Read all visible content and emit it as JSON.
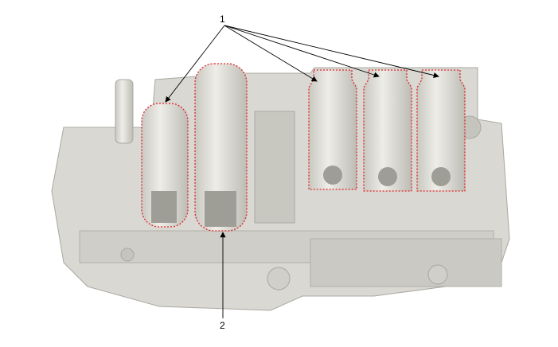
{
  "diagram": {
    "callouts": [
      {
        "id": "1",
        "label": "1"
      },
      {
        "id": "2",
        "label": "2"
      }
    ],
    "colors": {
      "body": "#d9d8d2",
      "body_dark": "#b9b8b1",
      "outline": "#e0242b",
      "leader": "#000000"
    }
  }
}
